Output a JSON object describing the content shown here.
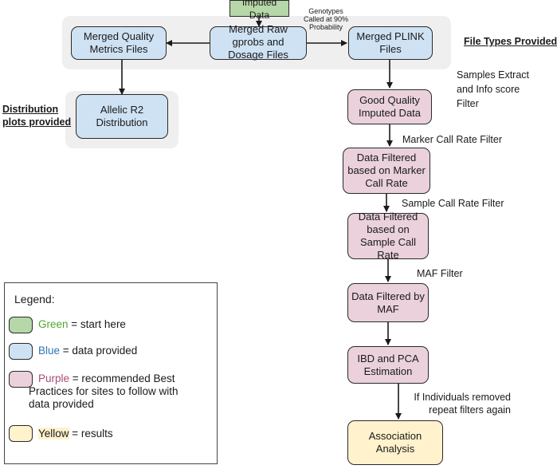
{
  "nodes": {
    "imputed": "Imputed Data",
    "merged_raw": "Merged Raw gprobs and Dosage Files",
    "merged_quality": "Merged Quality Metrics Files",
    "merged_plink": "Merged PLINK Files",
    "allelic_r2": "Allelic R2 Distribution",
    "good_quality": "Good Quality Imputed Data",
    "marker_filtered": "Data Filtered based on Marker Call Rate",
    "sample_filtered": "Data Filtered based on Sample Call Rate",
    "maf_filtered": "Data Filtered by MAF",
    "ibd_pca": "IBD and PCA Estimation",
    "association": "Association Analysis"
  },
  "edge_labels": {
    "genotypes": "Genotypes Called at 90% Probability",
    "samples_extract": "Samples Extract and Info score Filter",
    "marker_call_rate": "Marker Call Rate Filter",
    "sample_call_rate": "Sample Call Rate Filter",
    "maf": "MAF Filter",
    "repeat": "If Individuals removed repeat filters again"
  },
  "headings": {
    "file_types": "File Types Provided",
    "distribution": "Distribution plots provided"
  },
  "legend": {
    "title": "Legend:",
    "green_word": "Green",
    "green_rest": " = start here",
    "blue_word": "Blue",
    "blue_rest": " = data provided",
    "purple_word": "Purple",
    "purple_rest": " = recommended Best Practices for sites to follow with data provided",
    "yellow_word": "Yellow",
    "yellow_rest": " = results"
  },
  "colors": {
    "green": "#b6d7a8",
    "blue": "#cfe2f3",
    "purple": "#ead1dc",
    "yellow": "#fff2cc",
    "green_text": "#4ea72e",
    "blue_text": "#2e75b6",
    "purple_text": "#a64d79"
  }
}
